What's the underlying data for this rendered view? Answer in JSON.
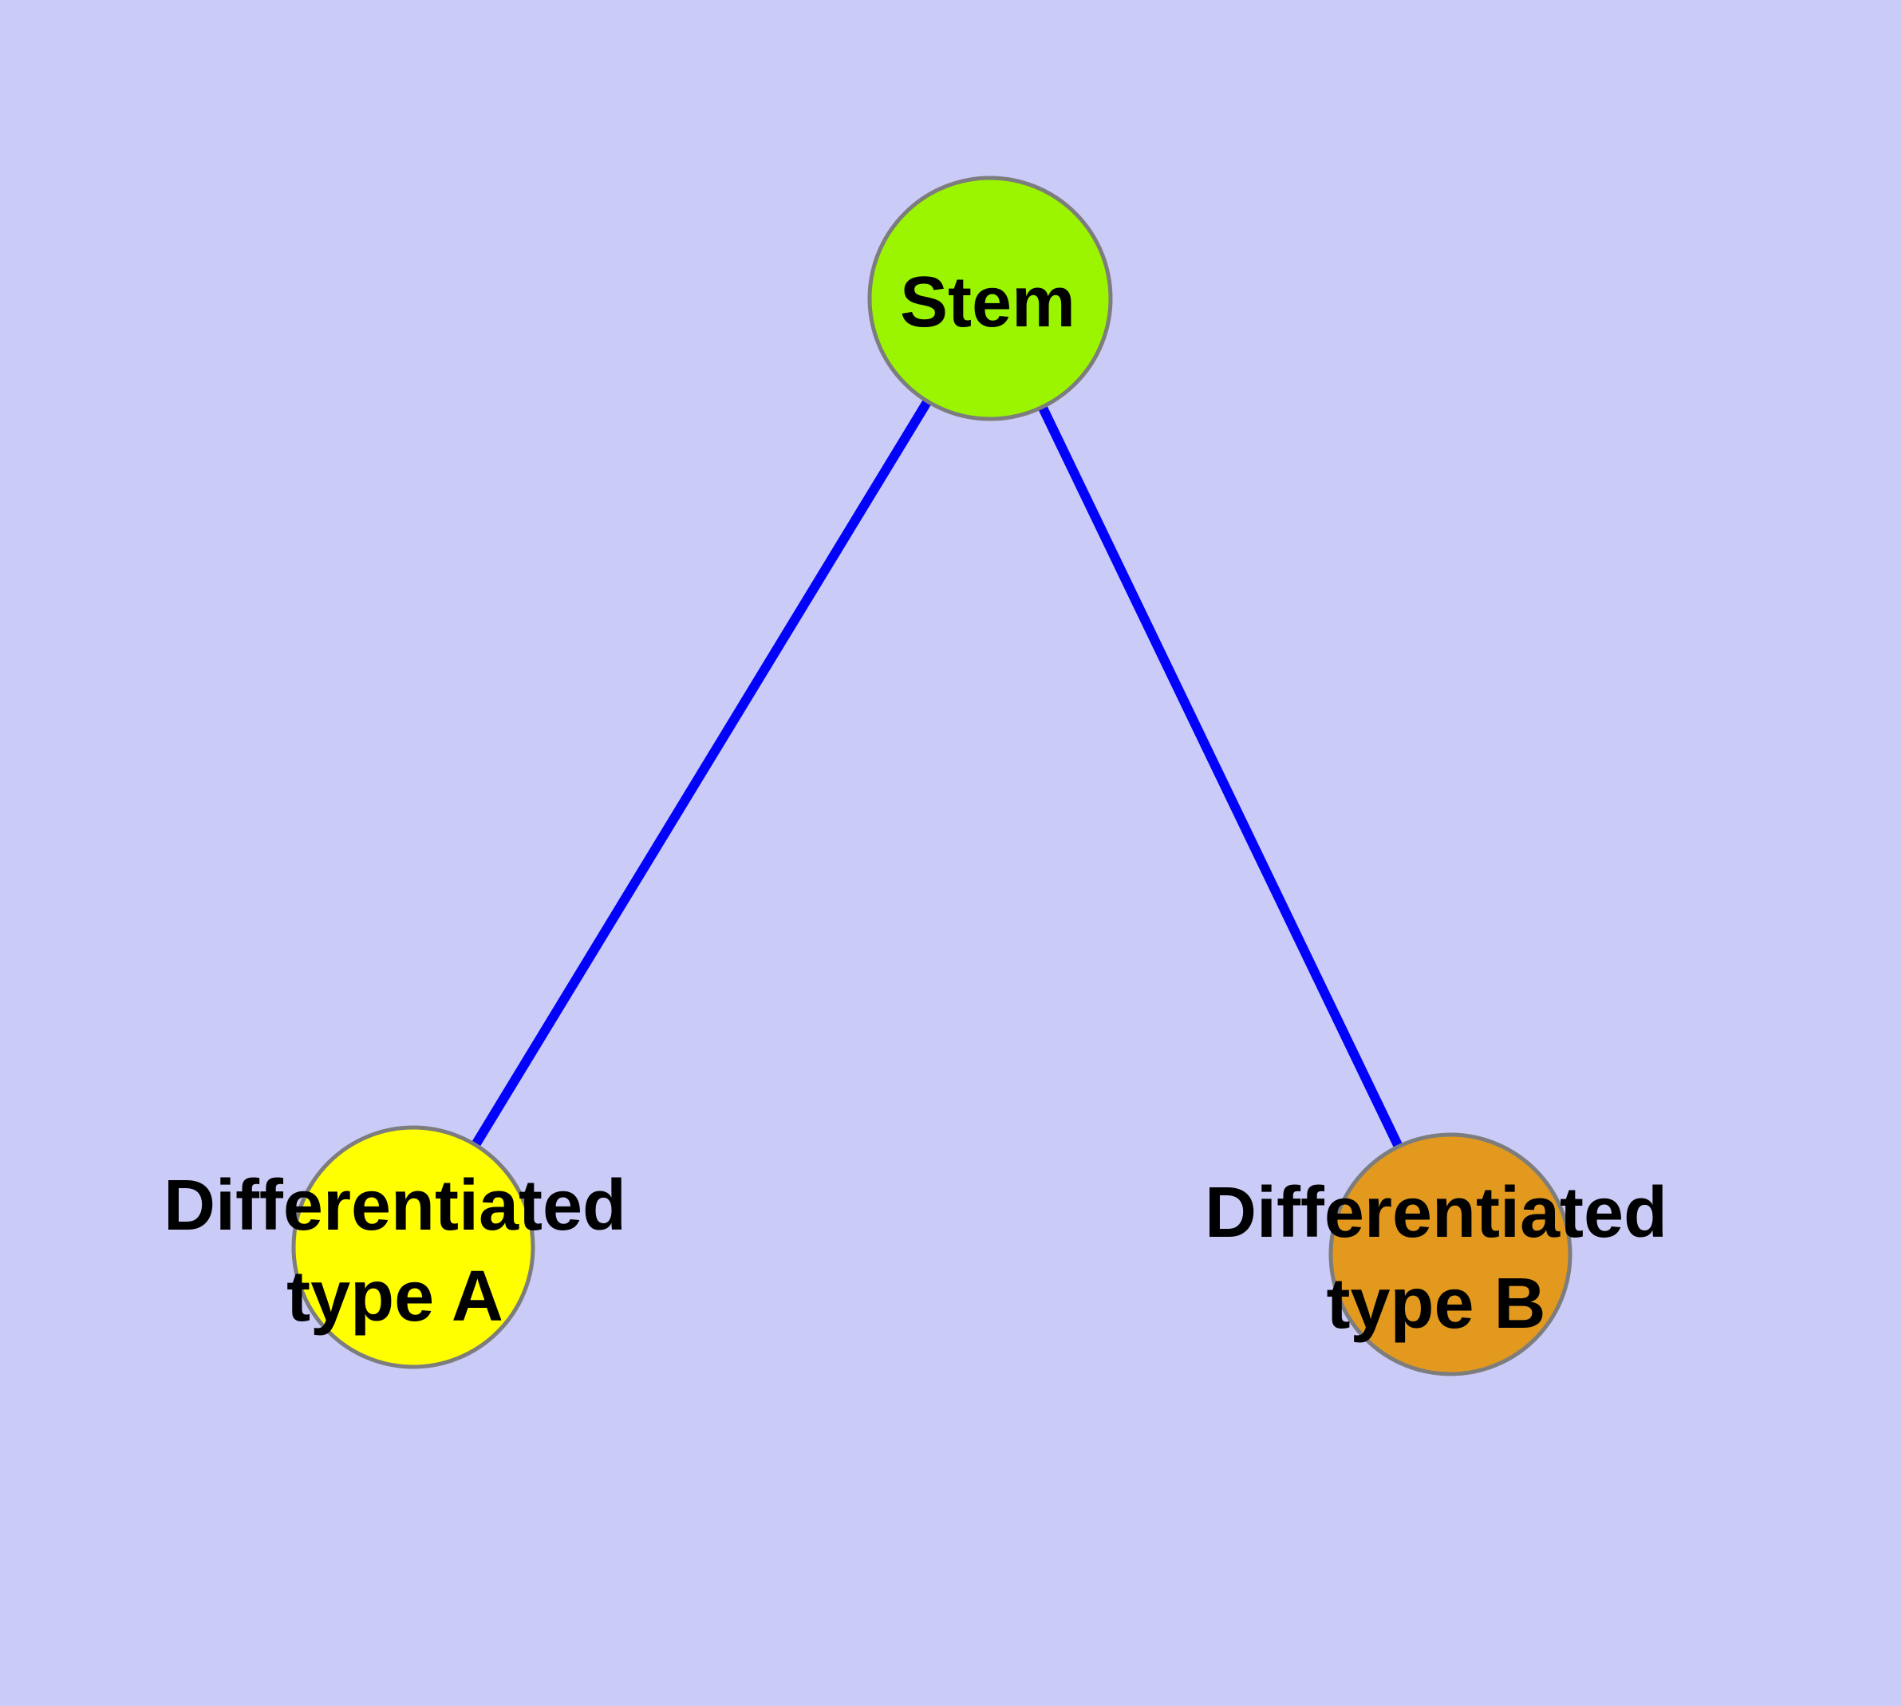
{
  "diagram": {
    "background_color": "#CBCBF8",
    "text_color": "#000000",
    "node_border_color": "#7D7D7D",
    "edge_color": "#0202FA",
    "nodes": [
      {
        "id": "stem",
        "label": "Stem",
        "fill": "#9BF500",
        "shape": "circle"
      },
      {
        "id": "differentiated-type-a",
        "label": "Differentiated type A",
        "line1": "Differentiated",
        "line2": "type A",
        "fill": "#FFFF00",
        "shape": "circle"
      },
      {
        "id": "differentiated-type-b",
        "label": "Differentiated type B",
        "line1": "Differentiated",
        "line2": "type B",
        "fill": "#E2991E",
        "shape": "circle"
      }
    ],
    "edges": [
      {
        "from": "stem",
        "to": "differentiated-type-a",
        "color": "#0202FA"
      },
      {
        "from": "stem",
        "to": "differentiated-type-b",
        "color": "#0202FA"
      }
    ]
  }
}
